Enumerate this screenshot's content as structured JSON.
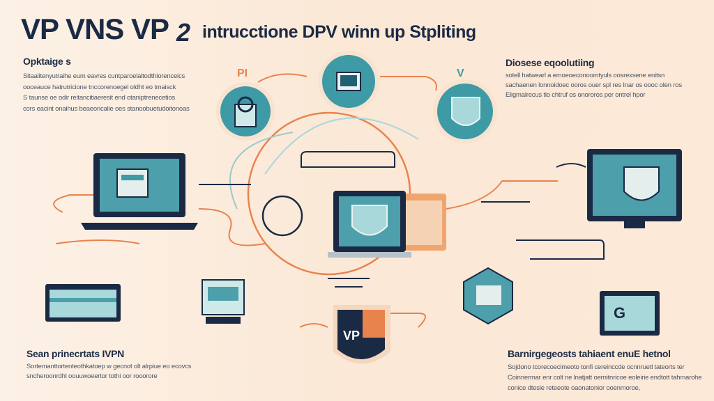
{
  "header": {
    "title_main": "VP VNS VP",
    "title_swirl": "2",
    "title_sub": "intrucctione DPV winn up Stpliting"
  },
  "sections": {
    "top_left": {
      "heading": "Opktaige s",
      "lines": [
        "Sitaalitenyutraihe eum eavres cuntparoelaltodthiorenceics",
        "ooceauce  hatrutricione tnccorenoegel oldht eo tmaisck",
        "S taunse oe odir reitancitiaeresit end otaniptrenecetios",
        "cors eacint onaihus beaeoncalie oes stanoobuetudoitonoas"
      ]
    },
    "top_right": {
      "heading": "Diosese eqoolutiing",
      "lines": [
        "sotell hatwearl  a emoeoeconoomtyuls oosrexsene enitsn",
        "sachaenen lonnoidoec ooros  ouer spl res Inar os oooc olen ros",
        "Eligmalrecus tlo chtruf os onororos per ontrel hpor"
      ]
    },
    "bottom_left": {
      "heading": "Sean prinecrtats IVPN",
      "lines": [
        "Sortemanttortenteothkatoep w gecnot olt alrpiue eo ecovcs",
        "sncheroonrdhl oouuwoeertor tothi oor rooorore"
      ]
    },
    "bottom_right": {
      "heading": "Barnirgegeosts tahiaent enuE hetnol",
      "lines": [
        "Sojdono tcorecoecimeoto tonfi cereinccde ocnnruetl tateorts ter",
        "Coinnermar enr colt ne lnatjatt oernitnricoe eoleirie endtott tahmarohe",
        "conice dtesie reteeote oaonatonior  ooenmoroe,"
      ]
    },
    "illustration": {
      "badge_text": "VP",
      "label_left": "PI",
      "label_right": "V"
    }
  },
  "colors": {
    "navy": "#1b2a44",
    "teal": "#3e9aa5",
    "light_teal": "#a9d8db",
    "orange": "#e9834e",
    "background": "#fbe9d7"
  }
}
